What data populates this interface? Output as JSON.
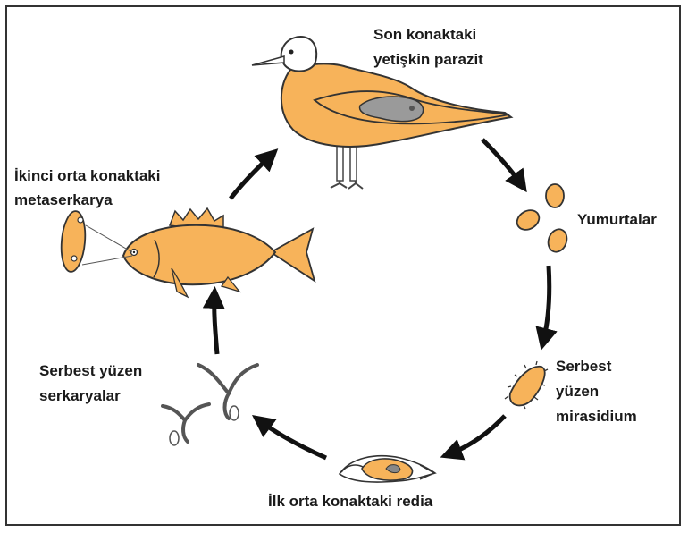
{
  "labels": {
    "adult_line1": "Son konaktaki",
    "adult_line2": "yetişkin parazit",
    "eggs": "Yumurtalar",
    "miracidium_line1": "Serbest",
    "miracidium_line2": "yüzen",
    "miracidium_line3": "mirasidium",
    "redia": "İlk orta konaktaki redia",
    "cercaria_line1": "Serbest yüzen",
    "cercaria_line2": "serkaryalar",
    "metacercaria_line1": "İkinci orta konaktaki",
    "metacercaria_line2": "metaserkarya"
  },
  "colors": {
    "organism_fill": "#f7b35a",
    "outline": "#333333",
    "parasite_gray": "#9a9a9a",
    "arrow": "#111111",
    "text": "#1a1a1a"
  }
}
